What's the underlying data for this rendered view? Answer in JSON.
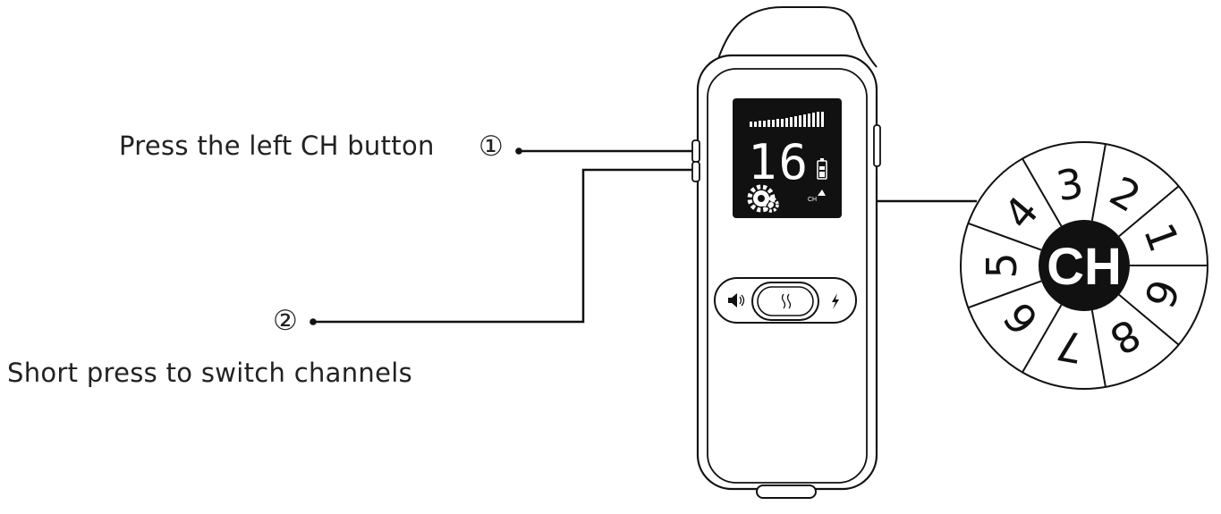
{
  "annotations": {
    "step1_text": "Press the left CH button",
    "step1_marker": "①",
    "step2_marker": "②",
    "step2_text": "Short press to switch channels"
  },
  "lcd": {
    "channel_number": "16",
    "ch_small_label": "CH"
  },
  "dial": {
    "center_label": "CH",
    "numbers": [
      "2",
      "1",
      "6",
      "8",
      "7",
      "6",
      "5",
      "4",
      "3"
    ]
  }
}
